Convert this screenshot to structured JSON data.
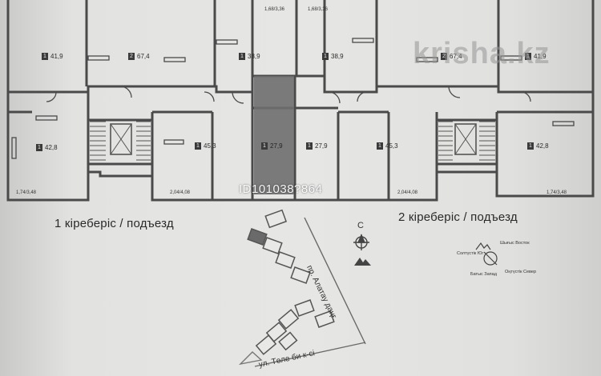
{
  "watermark": {
    "brand": "krisha.kz",
    "listing_id": "ID101038?864"
  },
  "entrances": [
    {
      "label": "1 кіреберіс / подъезд"
    },
    {
      "label": "2 кіреберіс / подъезд"
    }
  ],
  "apartments": [
    {
      "rooms": "1",
      "area": "41,9"
    },
    {
      "rooms": "2",
      "area": "67,4"
    },
    {
      "rooms": "1",
      "area": "38,9",
      "balcony": "1,68/3,36"
    },
    {
      "rooms": "1",
      "area": "38,9",
      "balcony": "1,68/3,36"
    },
    {
      "rooms": "2",
      "area": "67,4"
    },
    {
      "rooms": "1",
      "area": "41,9"
    },
    {
      "rooms": "1",
      "area": "42,8",
      "balcony": "1,74/3,48"
    },
    {
      "rooms": "1",
      "area": "45,3",
      "balcony": "2,04/4,08"
    },
    {
      "rooms": "1",
      "area": "27,9",
      "highlighted": true
    },
    {
      "rooms": "1",
      "area": "27,9"
    },
    {
      "rooms": "1",
      "area": "45,3",
      "balcony": "2,04/4,08"
    },
    {
      "rooms": "1",
      "area": "42,8",
      "balcony": "1,74/3,48"
    }
  ],
  "site_plan": {
    "streets": [
      "пр. Алатау даңғ.",
      "ул. Төле би к-сі"
    ],
    "north_label": "С",
    "compass": [
      "Солтүстік Юг",
      "Шығыс Восток",
      "Батыс Запад",
      "Оңтүстік Север"
    ]
  },
  "colors": {
    "wall": "#4a4a4a",
    "highlight": "#6e6e6e",
    "paper": "#e4e4e2"
  }
}
